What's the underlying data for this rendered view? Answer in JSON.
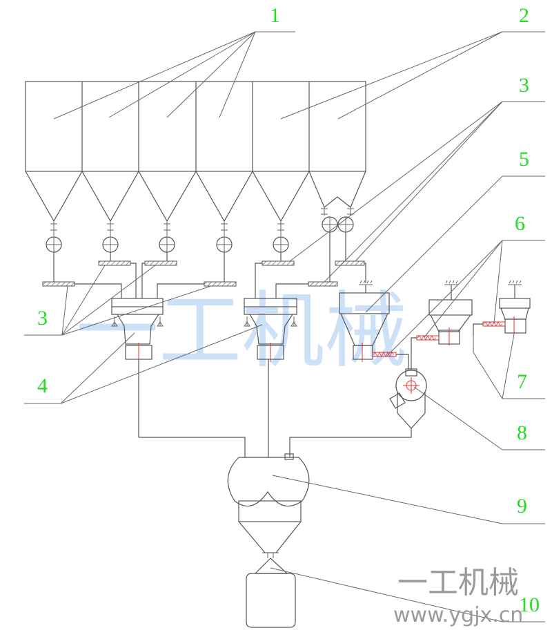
{
  "labels": {
    "l1": "1",
    "l2": "2",
    "l3a": "3",
    "l3b": "3",
    "l4": "4",
    "l5": "5",
    "l6": "6",
    "l7": "7",
    "l8": "8",
    "l9": "9",
    "l10": "10"
  },
  "watermark": {
    "center_text": "一工机械",
    "corner_text": "一工机械",
    "site": "www.ygjx.cn"
  },
  "colors": {
    "label": "#22dd22",
    "line": "#555555",
    "center_line": "#e03030",
    "watermark": "#bcd6f5"
  }
}
